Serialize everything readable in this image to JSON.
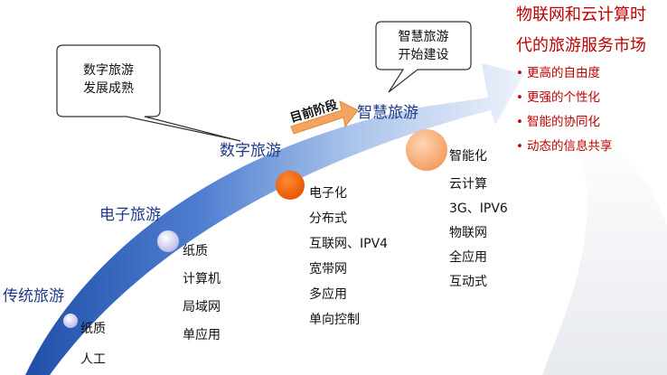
{
  "stages": [
    {
      "label": "传统旅游",
      "items": [
        "纸质",
        "人工"
      ]
    },
    {
      "label": "电子旅游",
      "items": [
        "纸质",
        "计算机",
        "局域网",
        "单应用"
      ]
    },
    {
      "label": "数字旅游",
      "items": [
        "电子化",
        "分布式",
        "互联网、IPV4",
        "宽带网",
        "多应用",
        "单向控制"
      ]
    },
    {
      "label": "智慧旅游",
      "items": [
        "智能化",
        "云计算",
        "3G、IPV6",
        "物联网",
        "全应用",
        "互动式"
      ]
    }
  ],
  "current_stage_badge": "目前阶段",
  "callouts": {
    "digital_mature": [
      "数字旅游",
      "发展成熟"
    ],
    "smart_start": [
      "智慧旅游",
      "开始建设"
    ]
  },
  "future": {
    "title_lines": [
      "物联网和云计算时",
      "代的旅游服务市场"
    ],
    "bullets": [
      "更高的自由度",
      "更强的个性化",
      "智能的协同化",
      "动态的信息共享"
    ]
  },
  "colors": {
    "arrow_dark": "#1f4fa8",
    "arrow_light": "#e3ecf8",
    "node_lavender": "#c8c8ef",
    "node_orange_dark": "#ff6a00",
    "node_orange_light": "#f6a873",
    "accent_red": "#c00000",
    "badge_orange": "#f4a460"
  }
}
